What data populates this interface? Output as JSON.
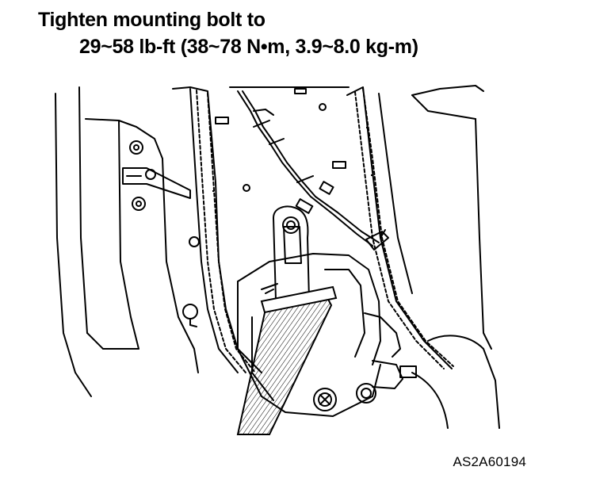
{
  "caption": {
    "line1": "Tighten mounting bolt to",
    "line2": "29~58 lb-ft (38~78 N•m, 3.9~8.0 kg-m)"
  },
  "figure_id": "AS2A60194",
  "colors": {
    "ink": "#000000",
    "paper": "#ffffff",
    "belt_hatch": "#000000"
  },
  "icons": [
    "mounting-bolt",
    "seat-belt-retractor",
    "wiring-harness",
    "belt-webbing"
  ]
}
